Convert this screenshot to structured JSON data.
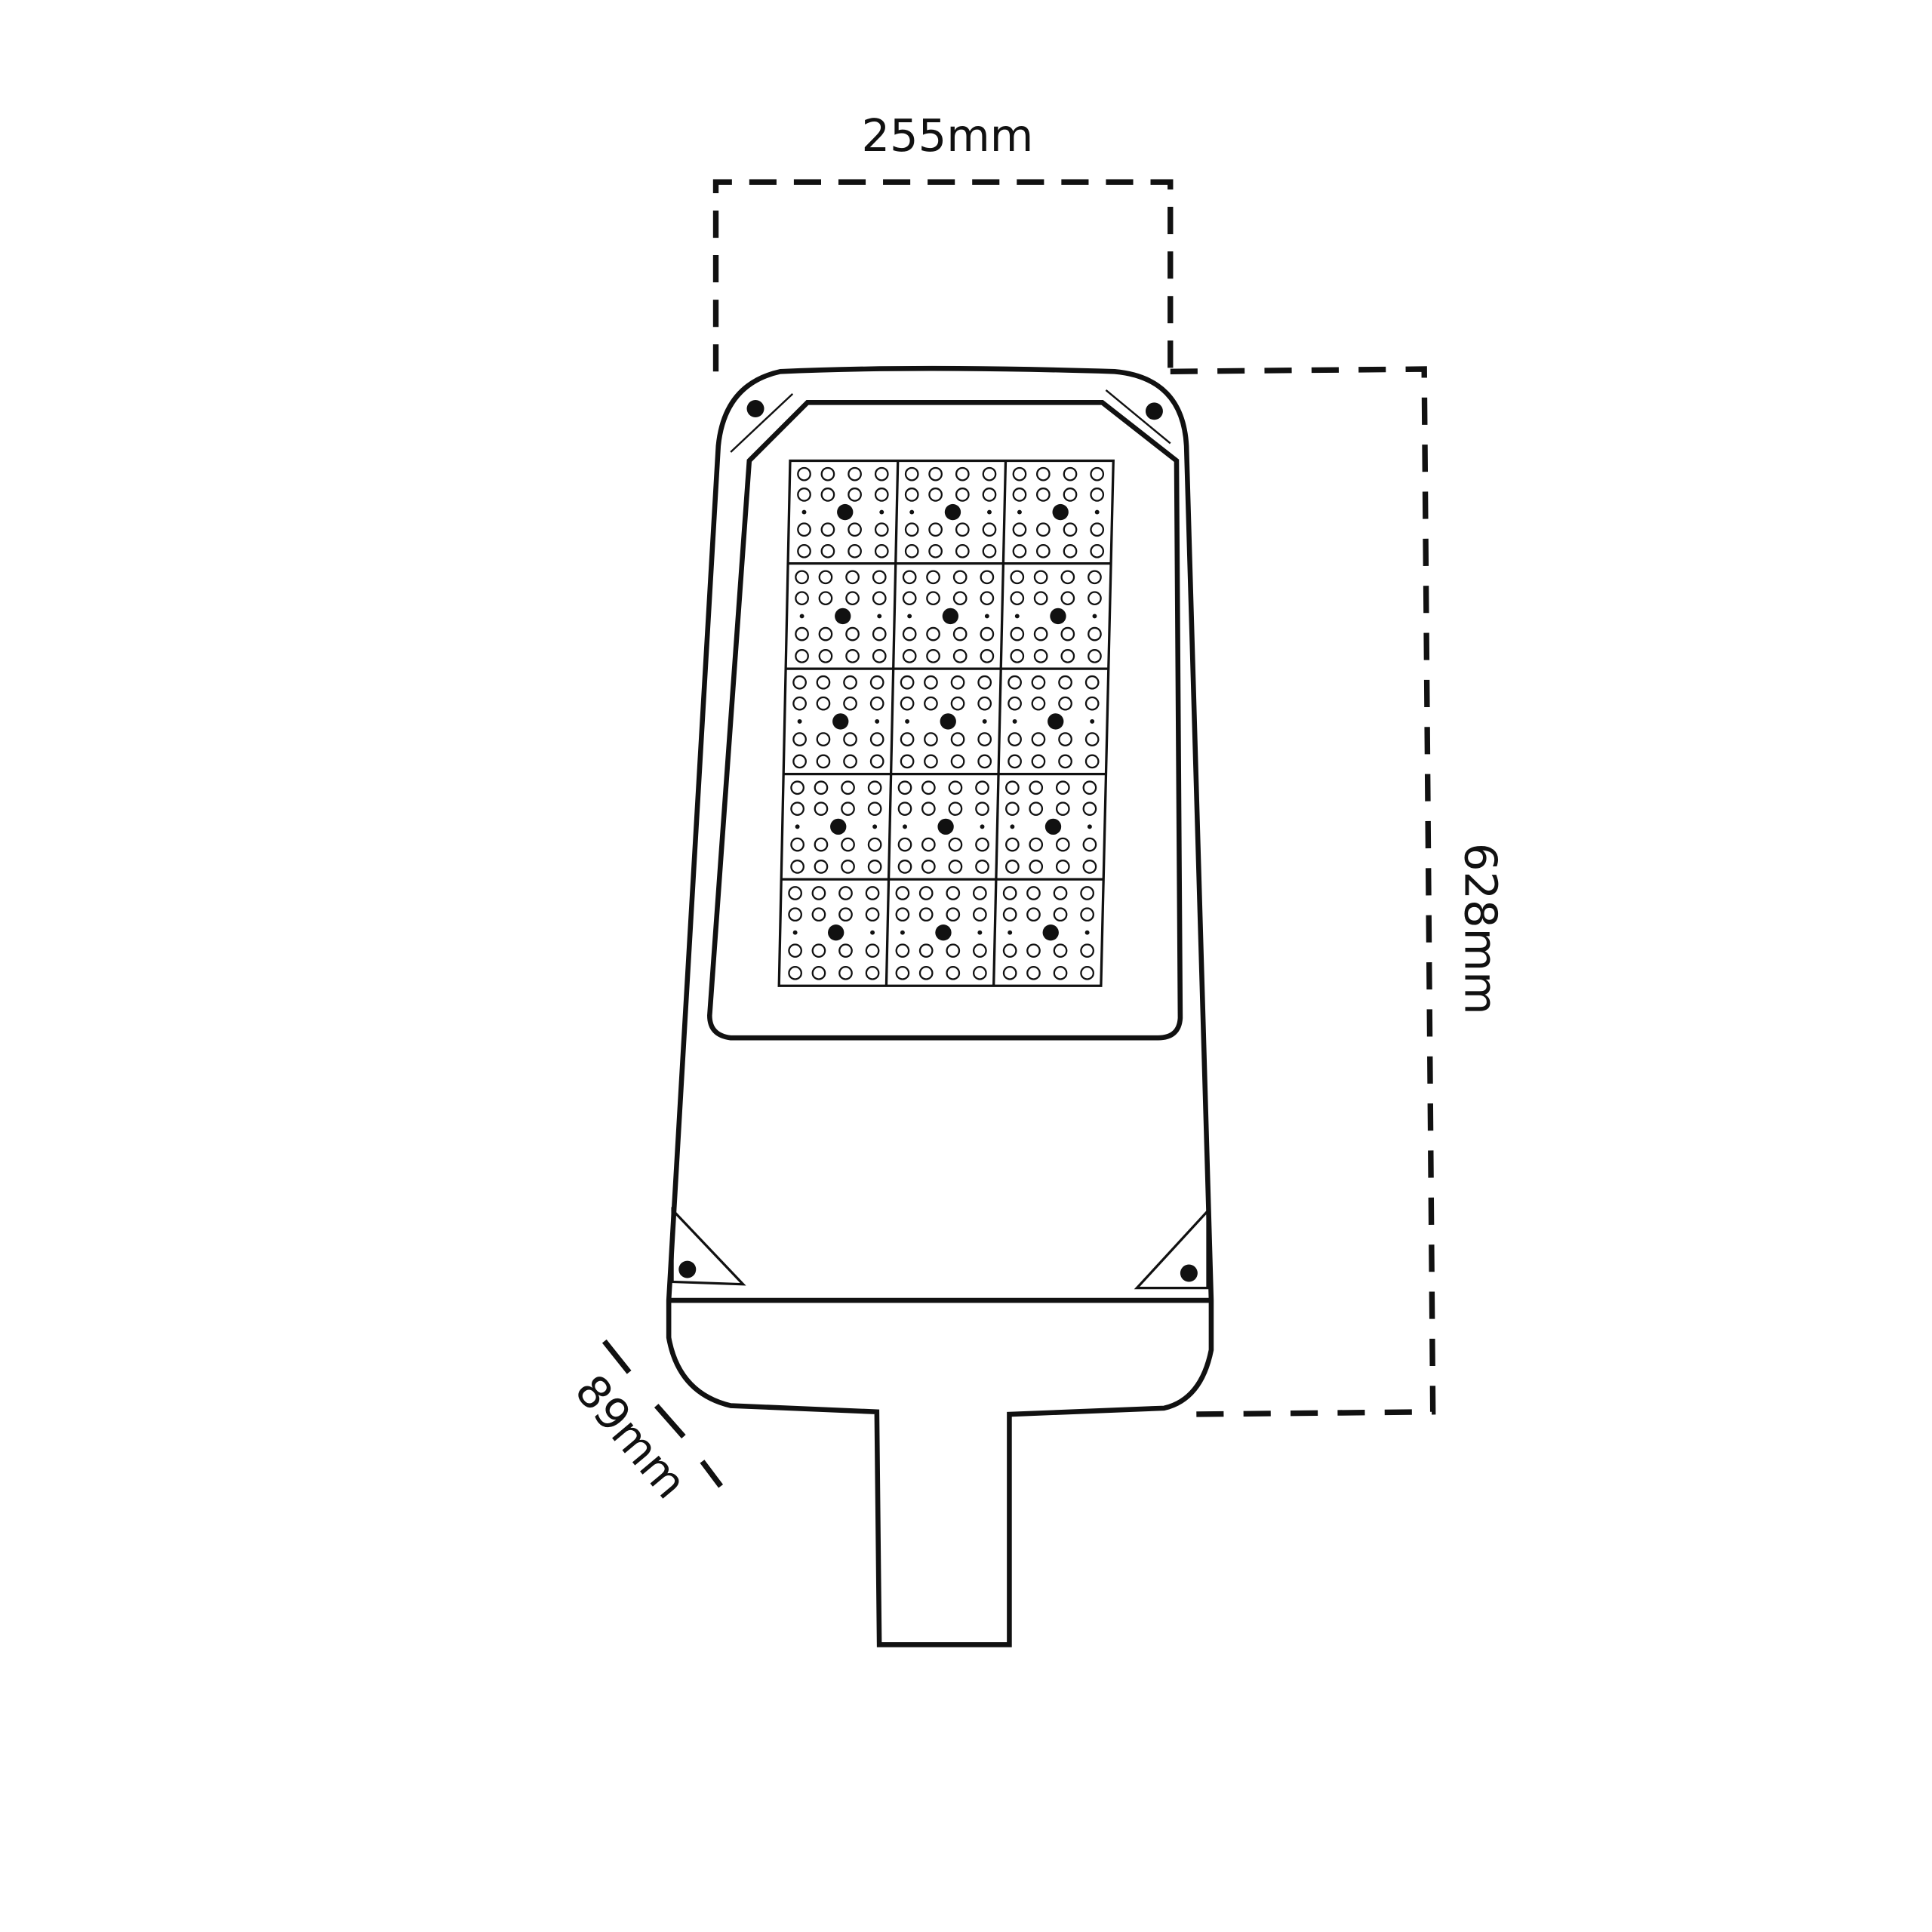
{
  "dimensions": {
    "width_label": "255mm",
    "height_label": "628mm",
    "depth_label": "89mm"
  },
  "led_array": {
    "rows": 5,
    "cols": 3,
    "leds_per_module": 16
  },
  "colors": {
    "stroke": "#111111",
    "background": "#ffffff"
  }
}
